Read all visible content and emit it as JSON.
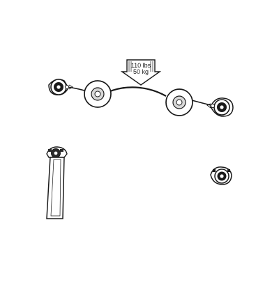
{
  "weight_label": {
    "line1": "110 lbs",
    "line2": "50 kg"
  },
  "colors": {
    "ink": "#1a1a1a",
    "background": "#ffffff",
    "inner_hub": "#d8d8d8",
    "tab_fill": "#2a2a2a"
  },
  "parts": [
    "load-arrow",
    "mounting-cable",
    "left-wall-anchor",
    "right-wall-anchor",
    "left-pulley",
    "right-pulley",
    "tensioner-clip",
    "tensioner-strap",
    "loose-anchor"
  ]
}
